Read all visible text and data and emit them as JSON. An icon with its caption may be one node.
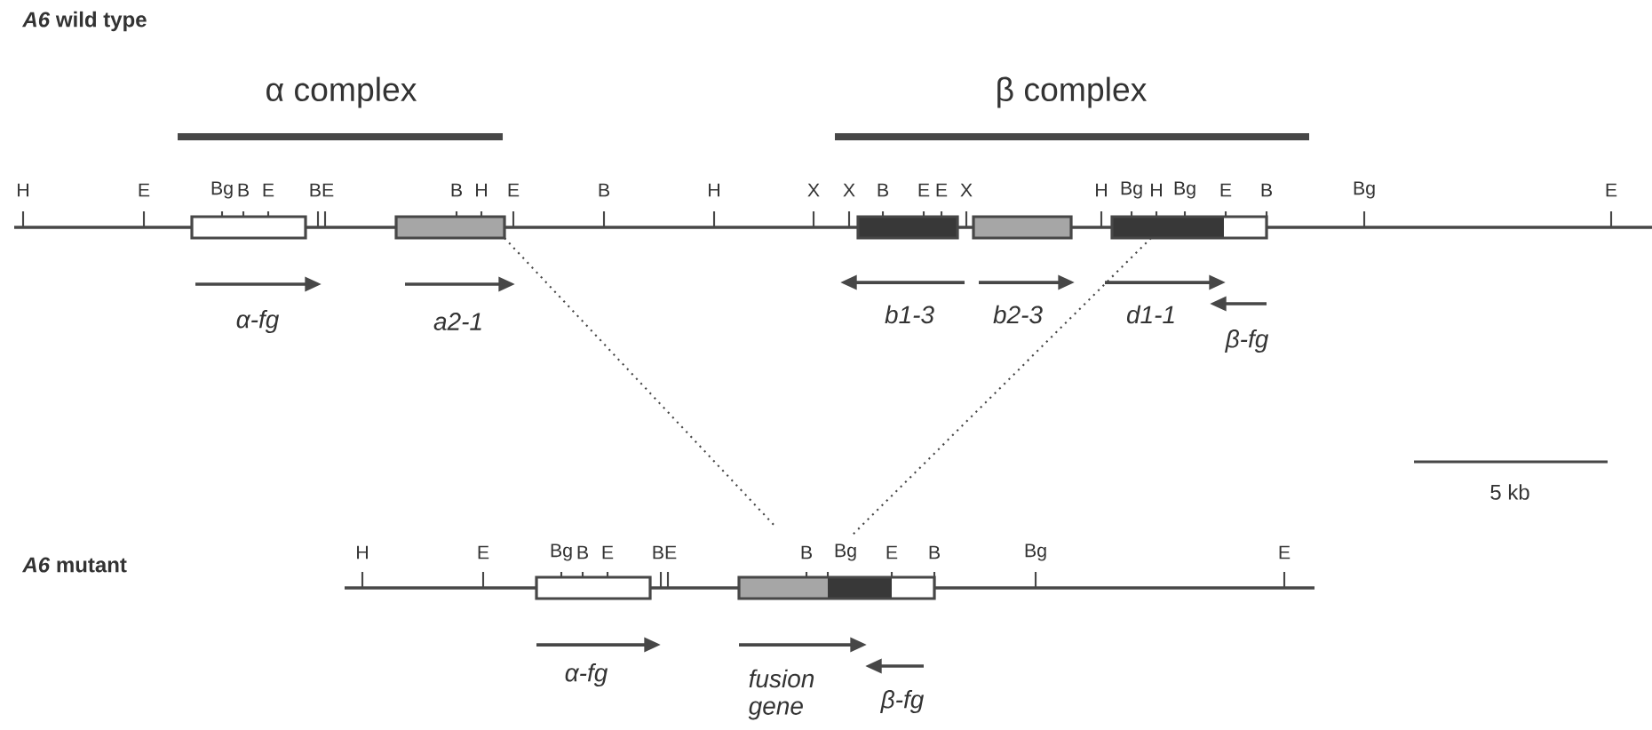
{
  "diagram": {
    "labels": [
      "*A6* wild type",
      "α complex",
      "β complex",
      "H",
      "E",
      "Bg",
      "B",
      "E",
      "BE",
      "B",
      "H",
      "E",
      "B",
      "H",
      "X",
      "X",
      "B",
      "E",
      "E",
      "X",
      "H",
      "Bg",
      "H",
      "Bg",
      "E",
      "B",
      "Bg",
      "E",
      "α-fg",
      "a2-1",
      "b1-3",
      "b2-3",
      "d1-1",
      "β-fg",
      "5 kb",
      "*A6* mutant",
      "H",
      "E",
      "Bg",
      "B",
      "E",
      "BE",
      "B",
      "Bg",
      "E",
      "B",
      "Bg",
      "E",
      "α-fg",
      "fusion gene",
      "β-fg"
    ]
  }
}
